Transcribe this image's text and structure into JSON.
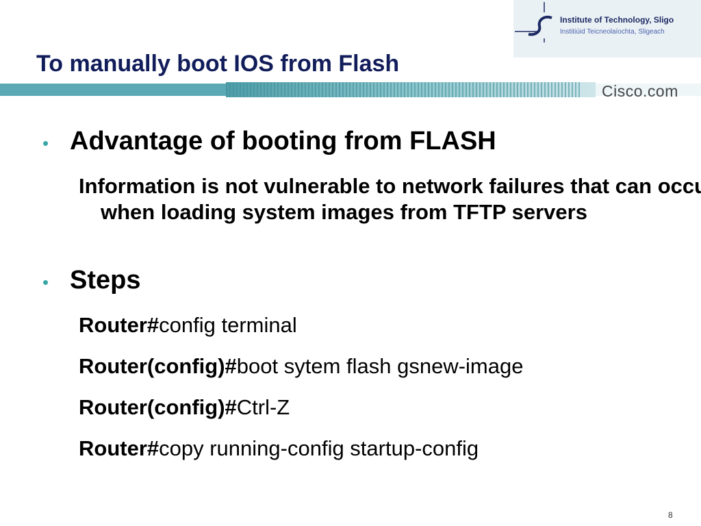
{
  "header": {
    "institute_name": "Institute of Technology, Sligo",
    "institute_irish": "Institiúid Teicneolaíochta, Sligeach",
    "slide_title": "To manually boot IOS from Flash",
    "brand": "Cisco.com"
  },
  "content": {
    "bullet1": "Advantage of booting from FLASH",
    "bullet1_detail": "Information is not vulnerable to network failures that can occur when loading system images from TFTP servers",
    "bullet2": "Steps",
    "commands": [
      {
        "prompt": "Router#",
        "command": "config terminal"
      },
      {
        "prompt": "Router(config)#",
        "command": "boot sytem flash gsnew-image"
      },
      {
        "prompt": "Router(config)#",
        "command": "Ctrl-Z"
      },
      {
        "prompt": "Router#",
        "command": "copy running-config startup-config"
      }
    ]
  },
  "footer": {
    "page_number": "8"
  },
  "colors": {
    "title": "#111c5a",
    "band": "#5aa9b5",
    "bullet": "#3aa6a6"
  }
}
